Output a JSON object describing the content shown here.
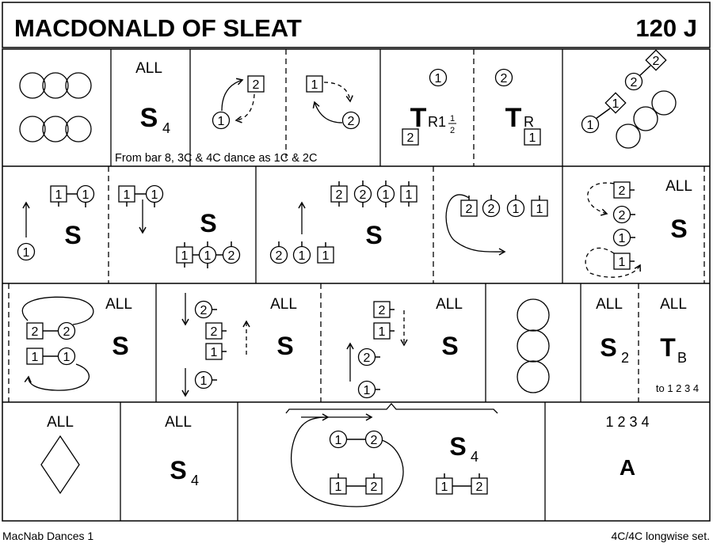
{
  "title": "MACDONALD OF SLEAT",
  "bars_type": "120 J",
  "footer": {
    "source": "MacNab Dances 1",
    "set": "4C/4C longwise set."
  },
  "all": "ALL",
  "S": "S",
  "T": "T",
  "A": "A",
  "row1": {
    "setting_sub": "4",
    "note": "From bar 8, 3C & 4C dance as 1C & 2C",
    "cast1": [
      "2",
      "1"
    ],
    "cast2": [
      "1",
      "2"
    ],
    "turn1": {
      "dancers": [
        "1",
        "2"
      ],
      "sub": "R1",
      "frac_num": "1",
      "frac_den": "2"
    },
    "turn2": {
      "dancers": [
        "2",
        "1"
      ],
      "sub": "R"
    },
    "diag": [
      "1",
      "1",
      "2",
      "2"
    ]
  },
  "row2": {
    "a": [
      "1",
      "1",
      "1"
    ],
    "b": [
      "1",
      "1",
      "1",
      "1",
      "2"
    ],
    "c": [
      "2",
      "2",
      "1",
      "1",
      "2",
      "1",
      "1"
    ],
    "d": [
      "2",
      "2",
      "1",
      "1"
    ],
    "e": [
      "2",
      "2",
      "1",
      "1"
    ]
  },
  "row3": {
    "a": [
      "2",
      "2",
      "1",
      "1"
    ],
    "b": [
      "2",
      "2",
      "1",
      "1"
    ],
    "c": [
      "2",
      "1",
      "2",
      "1"
    ],
    "setting_sub": "2",
    "turn_sub": "B",
    "to_text": "to 1 2 3 4"
  },
  "row4": {
    "setting_sub": "4",
    "c": [
      "1",
      "2",
      "1",
      "2",
      "1",
      "2"
    ],
    "setting_sub2": "4",
    "positions": "1 2   3 4"
  }
}
